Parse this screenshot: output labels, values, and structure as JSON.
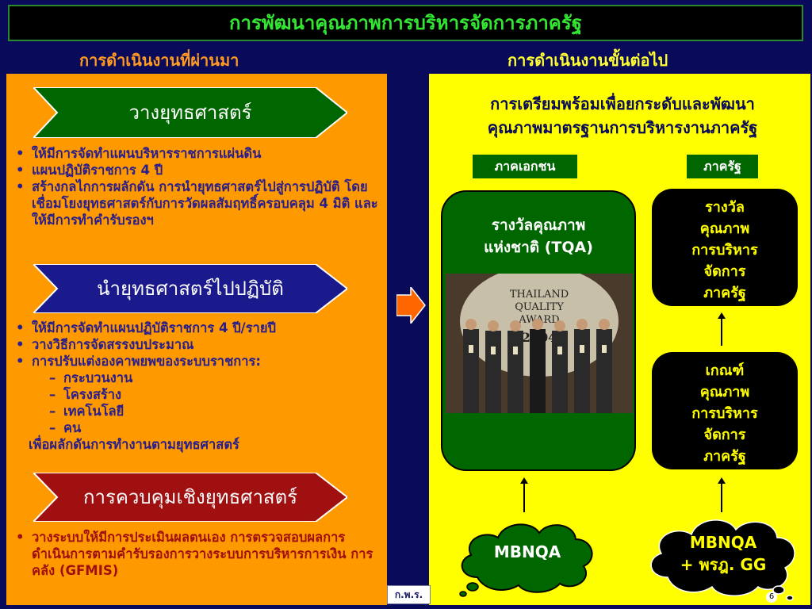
{
  "header": {
    "title": "การพัฒนาคุณภาพการบริหารจัดการภาครัฐ"
  },
  "left": {
    "heading": "การดำเนินงานที่ผ่านมา",
    "banners": [
      {
        "label": "วางยุทธศาสตร์",
        "color": "#006600"
      },
      {
        "label": "นำยุทธศาสตร์ไปปฏิบัติ",
        "color": "#1a1a8c"
      },
      {
        "label": "การควบคุมเชิงยุทธศาสตร์",
        "color": "#a01010"
      }
    ],
    "section1": [
      "ให้มีการจัดทำแผนบริหารราชการแผ่นดิน",
      "แผนปฏิบัติราชการ 4 ปี",
      "สร้างกลไกการผลักดัน การนำยุทธศาสตร์ไปสู่การปฏิบัติ โดยเชื่อมโยงยุทธศาสตร์กับการวัดผลสัมฤทธิ์ครอบคลุม 4 มิติ และให้มีการทำคำรับรองฯ"
    ],
    "section2": [
      "ให้มีการจัดทำแผนปฏิบัติราชการ 4 ปี/รายปี",
      "วางวิธีการจัดสรรงบประมาณ",
      "การปรับแต่งองคาพยพของระบบราชการ:"
    ],
    "section2_sub": [
      "กระบวนงาน",
      "โครงสร้าง",
      "เทคโนโลยี",
      "คน"
    ],
    "section2_tail": "เพื่อผลักดันการทำงานตามยุทธศาสตร์",
    "section3": "วางระบบให้มีการประเมินผลตนเอง การตรวจสอบผลการดำเนินการตามคำรับรองการวางระบบการบริหารการเงิน การคลัง (GFMIS)"
  },
  "right": {
    "heading": "การดำเนินงานขั้นต่อไป",
    "prep_title_line1": "การเตรียมพร้อมเพื่อยกระดับและพัฒนา",
    "prep_title_line2": "คุณภาพมาตรฐานการบริหารงานภาครัฐ",
    "private_tag": "ภาคเอกชน",
    "public_tag": "ภาครัฐ",
    "tqa_line1": "รางวัลคุณภาพ",
    "tqa_line2": "แห่งชาติ (TQA)",
    "photo_text_1": "THAILAND",
    "photo_text_2": "QUALITY",
    "photo_text_3": "AWARD",
    "photo_text_4": "2004",
    "award_box": [
      "รางวัล",
      "คุณภาพ",
      "การบริหาร",
      "จัดการ",
      "ภาครัฐ"
    ],
    "criteria_box": [
      "เกณฑ์",
      "คุณภาพ",
      "การบริหาร",
      "จัดการ",
      "ภาครัฐ"
    ],
    "cloud_left": "MBNQA",
    "cloud_right_line1": "MBNQA",
    "cloud_right_line2": "+ พรฎ. GG"
  },
  "footer": {
    "logo_text": "ก.พ.ร.",
    "page_number": "6"
  }
}
